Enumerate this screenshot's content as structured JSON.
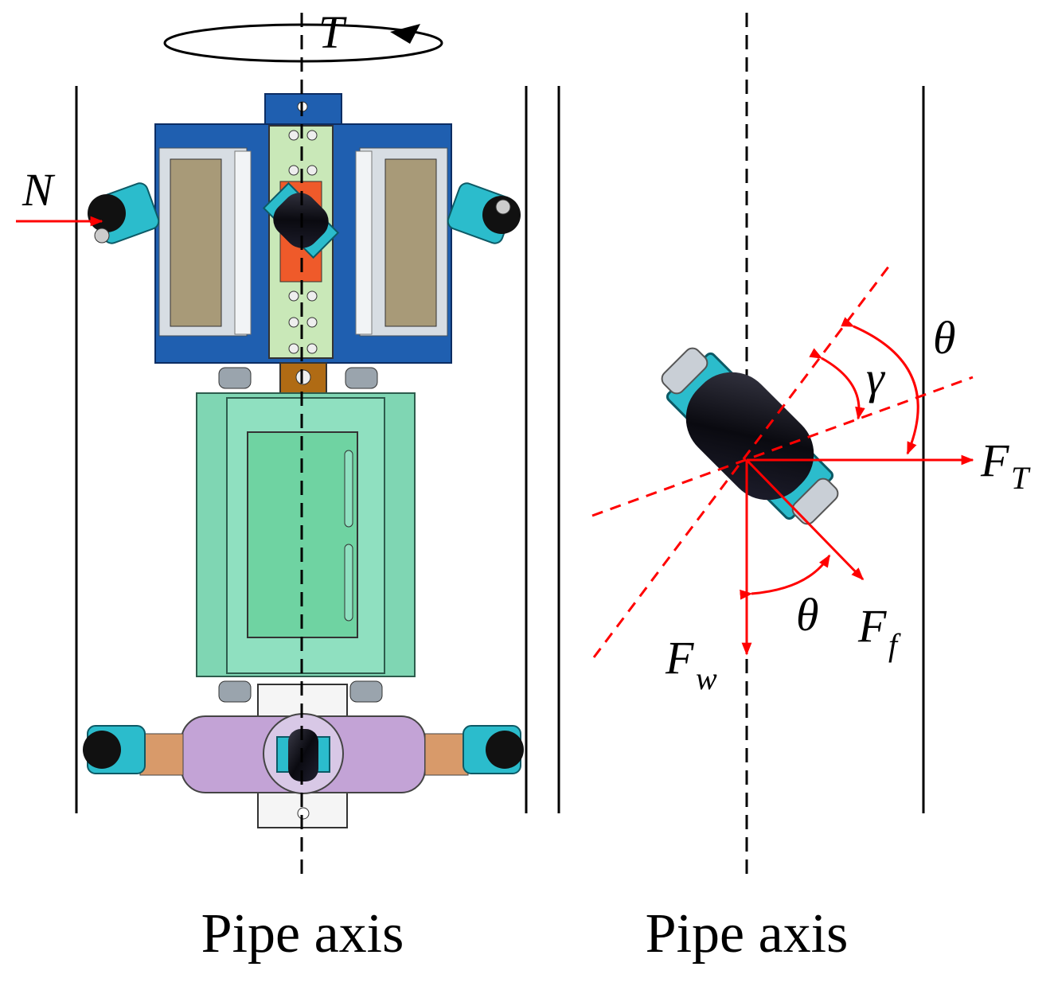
{
  "captions": {
    "left": "Pipe axis",
    "right": "Pipe axis"
  },
  "symbols": {
    "torque": "T",
    "normal_force": "N",
    "theta_upper": "θ",
    "gamma": "γ",
    "theta_lower": "θ",
    "thrust_force": {
      "main": "F",
      "sub": "T"
    },
    "friction_force": {
      "main": "F",
      "sub": "f"
    },
    "weight_force": {
      "main": "F",
      "sub": "w"
    }
  },
  "colors": {
    "force_arrows": "#ff0000",
    "pipe_walls": "#000000",
    "robot_blue": "#1f5fb0",
    "robot_teal": "#7fd6b3",
    "robot_purple": "#c3a3d6",
    "wheel_cyan": "#2bbccc",
    "wheel_black": "#0d0d12"
  }
}
